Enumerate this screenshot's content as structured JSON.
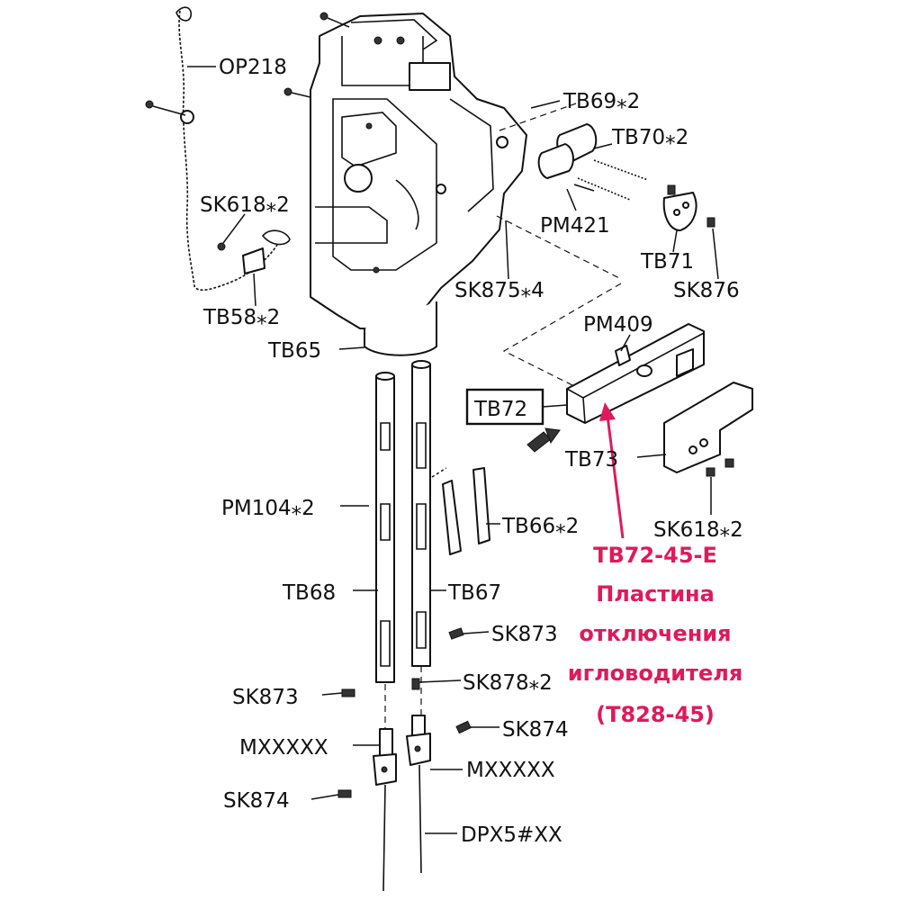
{
  "labels": {
    "op218": "OP218",
    "tb69": "TB69⁎2",
    "tb70": "TB70⁎2",
    "pm421": "PM421",
    "sk618_top": "SK618⁎2",
    "tb71": "TB71",
    "sk876": "SK876",
    "sk875": "SK875⁎4",
    "tb58": "TB58⁎2",
    "pm409": "PM409",
    "tb65": "TB65",
    "tb72": "TB72",
    "tb73": "TB73",
    "pm104": "PM104⁎2",
    "tb66": "TB66⁎2",
    "sk618_right": "SK618⁎2",
    "tb68": "TB68",
    "tb67": "TB67",
    "sk873_right": "SK873",
    "sk873_left": "SK873",
    "sk878": "SK878⁎2",
    "sk874_right": "SK874",
    "mxxxxx_left": "MXXXXX",
    "mxxxxx_right": "MXXXXX",
    "sk874_left": "SK874",
    "dpx5": "DPX5#XX"
  },
  "annotation": {
    "line1": "TB72-45-E",
    "line2": "Пластина",
    "line3": "отключения",
    "line4": "игловодителя",
    "line5": "(T828-45)",
    "color": "#e0195a"
  }
}
